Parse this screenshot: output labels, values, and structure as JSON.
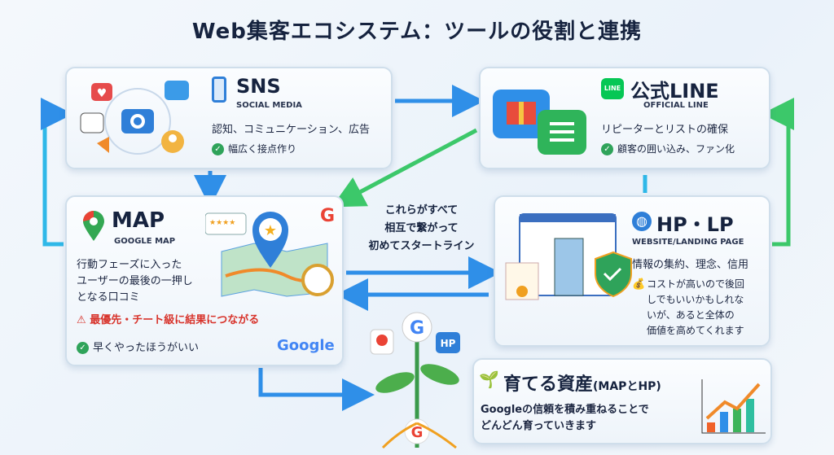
{
  "title": "Web集客エコシステム：ツールの役割と連携",
  "sns": {
    "title": "SNS",
    "subtitle": "SOCIAL MEDIA",
    "desc": "認知、コミュニケーション、広告",
    "point": "幅広く接点作り"
  },
  "line": {
    "title": "公式LINE",
    "subtitle": "OFFICIAL LINE",
    "icon_text": "LINE",
    "desc": "リピーターとリストの確保",
    "point": "顧客の囲い込み、ファン化"
  },
  "map": {
    "title": "MAP",
    "subtitle": "GOOGLE MAP",
    "desc": [
      "行動フェーズに入った",
      "ユーザーの最後の一押し",
      "となる口コミ"
    ],
    "warning": "最優先・チート級に結果につながる",
    "point": "早くやったほうがいい",
    "logo": "Google"
  },
  "hp": {
    "title": "HP・LP",
    "subtitle": "WEBSITE/LANDING PAGE",
    "desc": "情報の集約、理念、信用",
    "note": [
      "コストが高いので後回",
      "しでもいいかもしれな",
      "いが、あると全体の",
      "価値を高めてくれます"
    ]
  },
  "center": {
    "lines": [
      "これらがすべて",
      "相互で繋がって",
      "初めてスタートライン"
    ]
  },
  "asset": {
    "title": "育てる資産",
    "title_suffix": "(MAPとHP)",
    "desc": [
      "Googleの信頼を積み重ねることで",
      "どんどん育っていきます"
    ],
    "badge": "HP"
  },
  "colors": {
    "blue": "#2f8fe8",
    "green": "#3cc86a",
    "red": "#d8342c"
  }
}
